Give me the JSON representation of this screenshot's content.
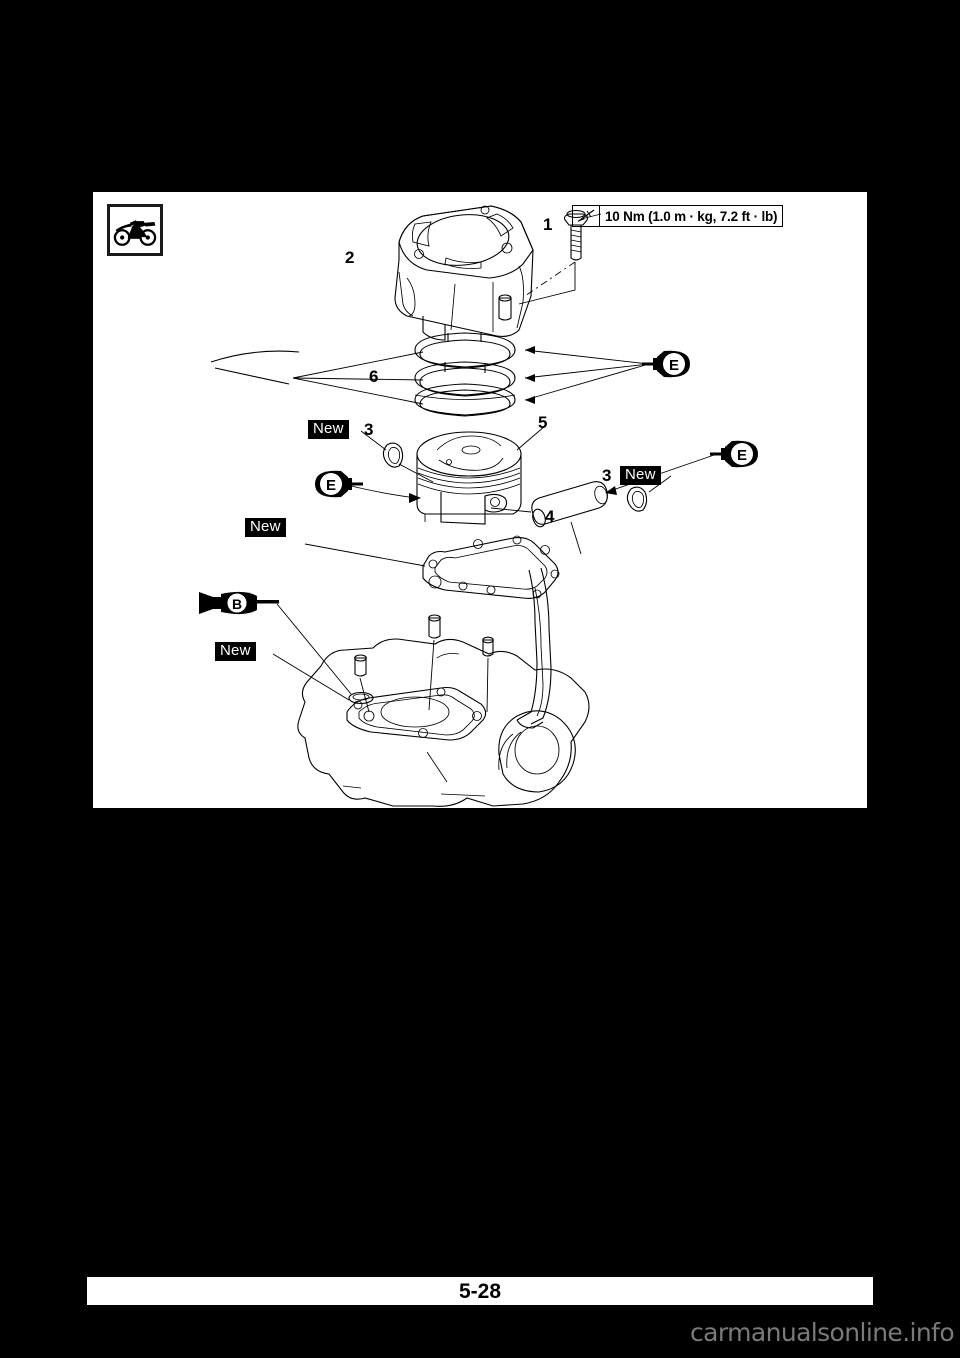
{
  "page": {
    "number": "5-28",
    "watermark": "carmanualsonline.info"
  },
  "badge": {
    "icon": "dirt-bike-icon"
  },
  "torque": {
    "icon": "torque-wrench-icon",
    "value": "10 Nm (1.0 m · kg, 7.2 ft · lb)"
  },
  "callouts": [
    {
      "id": "c1",
      "label": "1",
      "part": "cylinder-bolt"
    },
    {
      "id": "c2",
      "label": "2",
      "part": "cylinder"
    },
    {
      "id": "c6",
      "label": "6",
      "part": "piston-rings"
    },
    {
      "id": "c3a",
      "label": "3",
      "part": "piston-pin-clip-left"
    },
    {
      "id": "c5",
      "label": "5",
      "part": "piston"
    },
    {
      "id": "c3b",
      "label": "3",
      "part": "piston-pin-clip-right"
    },
    {
      "id": "c4",
      "label": "4",
      "part": "piston-pin"
    }
  ],
  "new_tags": [
    {
      "id": "n1",
      "label": "New",
      "part": "piston-pin-clip-left"
    },
    {
      "id": "n2",
      "label": "New",
      "part": "piston-pin-clip-right"
    },
    {
      "id": "n3",
      "label": "New",
      "part": "cylinder-base-gasket"
    },
    {
      "id": "n4",
      "label": "New",
      "part": "dowel-o-ring"
    }
  ],
  "lube_symbols": [
    {
      "id": "e1",
      "label": "E",
      "type": "engine-oil",
      "part": "piston-rings"
    },
    {
      "id": "e2",
      "label": "E",
      "type": "engine-oil",
      "part": "piston-pin"
    },
    {
      "id": "e3",
      "label": "E",
      "type": "engine-oil",
      "part": "piston-skirt"
    },
    {
      "id": "b1",
      "label": "B",
      "type": "grease",
      "part": "dowel-o-ring"
    }
  ]
}
